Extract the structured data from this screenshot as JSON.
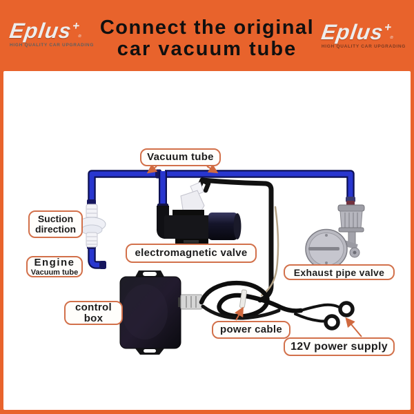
{
  "header": {
    "logo": {
      "brand": "Eplus",
      "plus": "+",
      "reg": "®",
      "tagline": "HIGH QUALITY CAR UPGRADING"
    },
    "title_line1": "Connect the original",
    "title_line2": "car vacuum tube"
  },
  "labels": {
    "vacuum_tube": "Vacuum tube",
    "suction_line1": "Suction",
    "suction_line2": "direction",
    "engine_line1": "Engine",
    "engine_line2": "Vacuum tube",
    "electromagnetic_valve": "electromagnetic valve",
    "exhaust_pipe_valve": "Exhaust pipe valve",
    "control_line1": "control",
    "control_line2": "box",
    "power_cable": "power cable",
    "power_supply": "12V power supply"
  },
  "colors": {
    "header_bg": "#e8632c",
    "frame_border": "#e8632c",
    "label_border": "#d2704a",
    "arrow": "#d0693f",
    "tube_blue": "#2836cf",
    "tube_edge": "#0d1054",
    "wire_black": "#111111",
    "title_text": "#101010"
  }
}
